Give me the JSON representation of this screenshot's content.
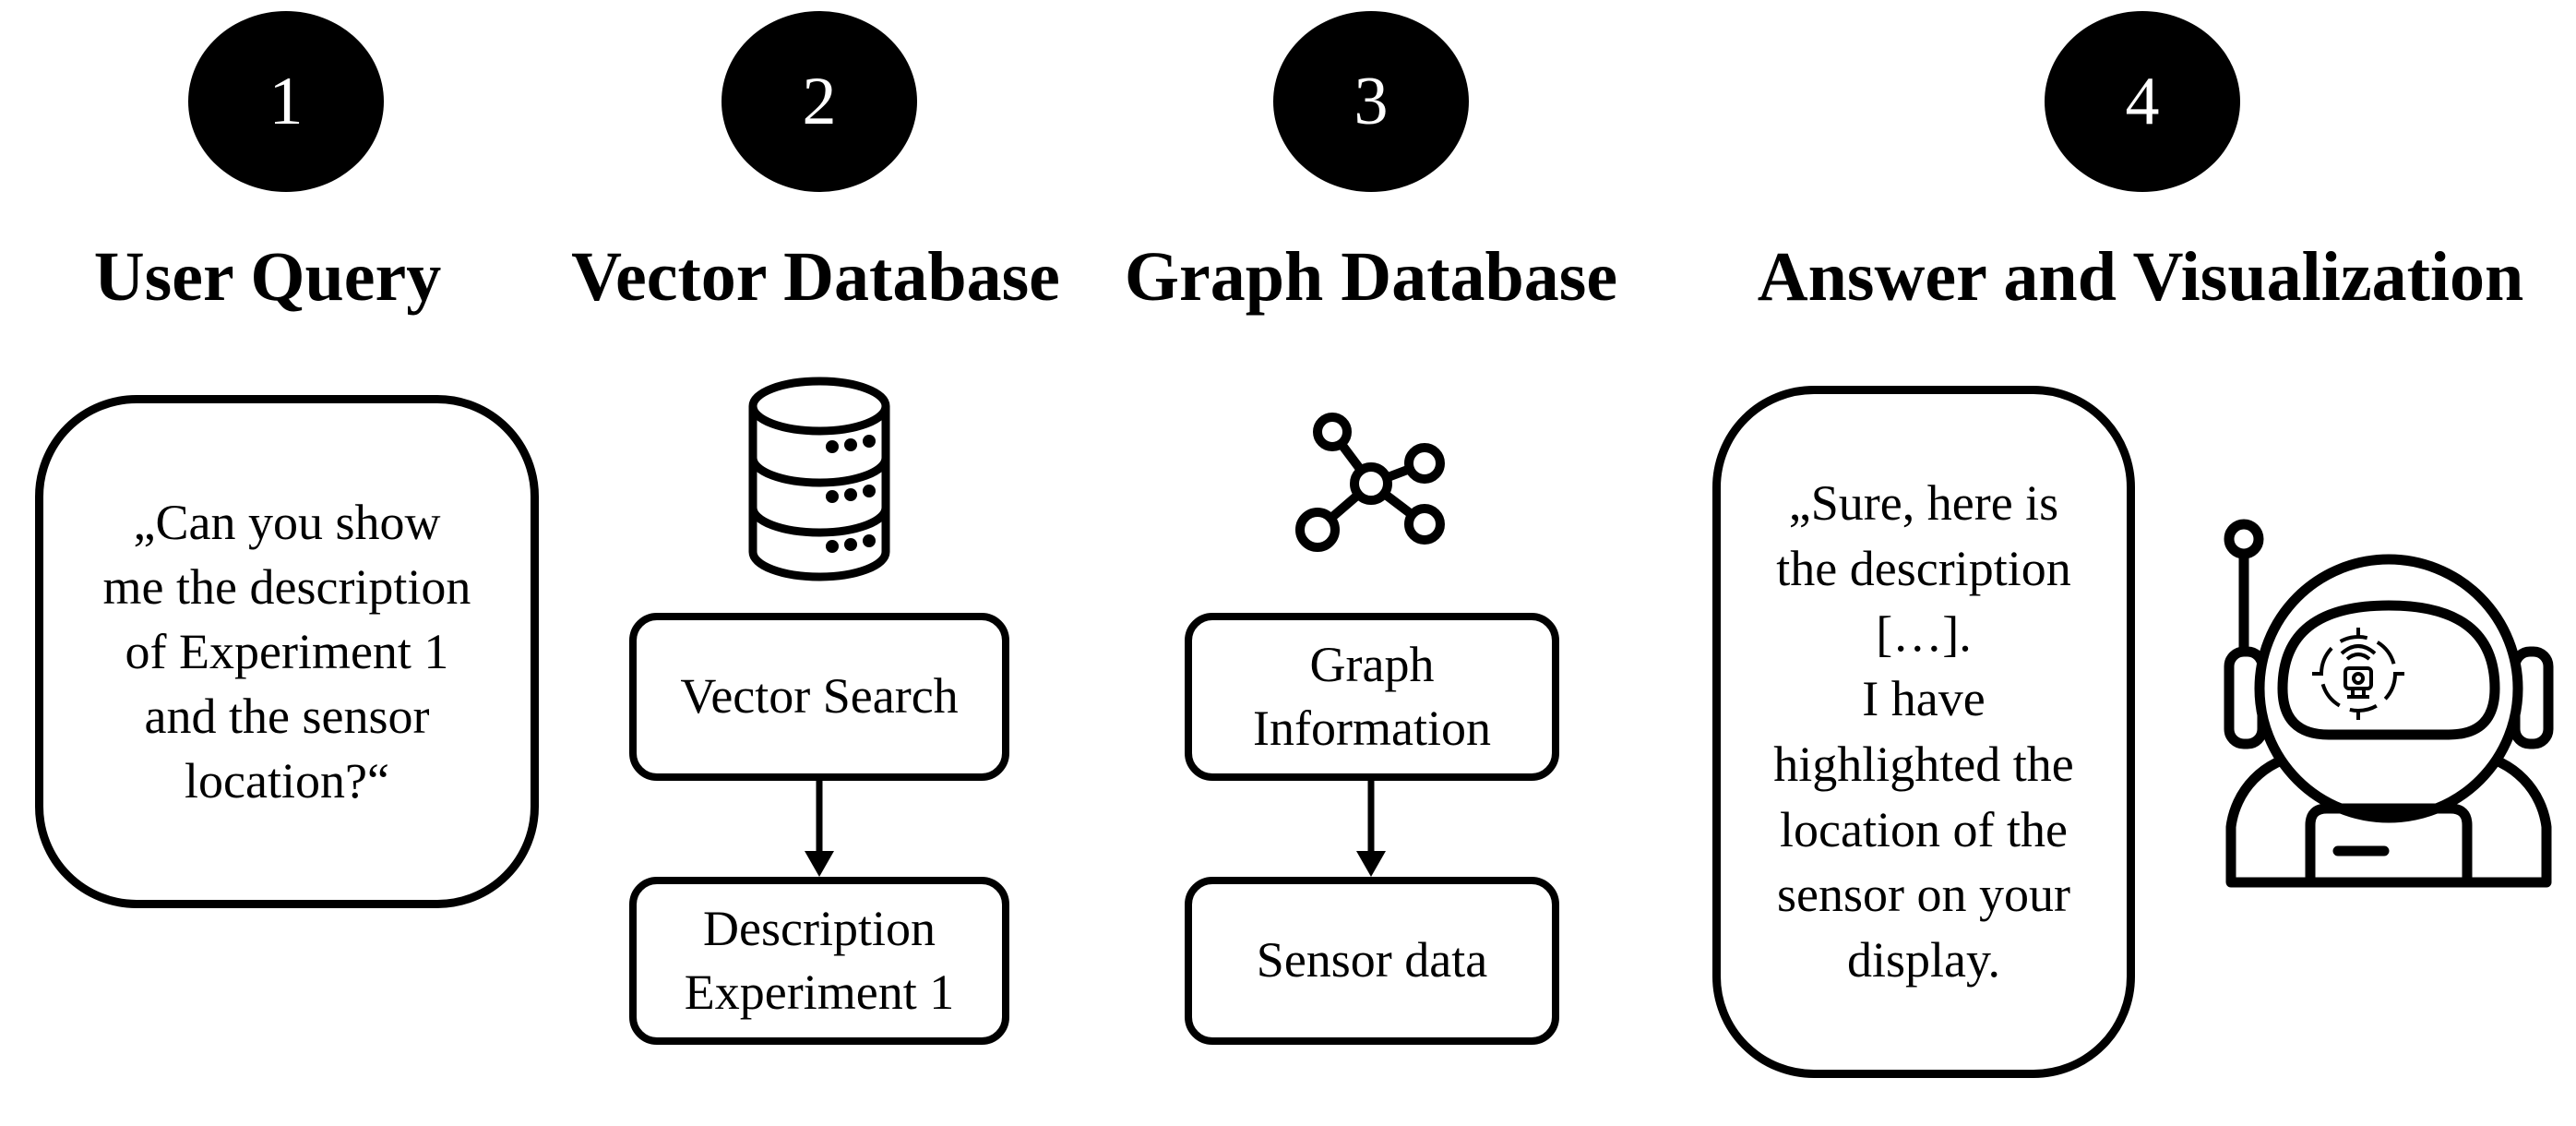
{
  "steps": [
    {
      "number": "1",
      "title": "User Query"
    },
    {
      "number": "2",
      "title": "Vector Database"
    },
    {
      "number": "3",
      "title": "Graph Database"
    },
    {
      "number": "4",
      "title": "Answer and Visualization"
    }
  ],
  "user_query": {
    "text": "„Can you show\nme the description\nof Experiment 1\nand the sensor\nlocation?“"
  },
  "vector_db": {
    "top_box": "Vector Search",
    "bottom_box": "Description\nExperiment 1"
  },
  "graph_db": {
    "top_box": "Graph\nInformation",
    "bottom_box": "Sensor data"
  },
  "answer": {
    "text": "„Sure, here is\nthe description\n[…].\nI have\nhighlighted the\nlocation of the\nsensor on your\ndisplay."
  },
  "icons": {
    "vector": "database-icon",
    "graph": "graph-network-icon",
    "assistant": "astronaut-robot-icon"
  }
}
